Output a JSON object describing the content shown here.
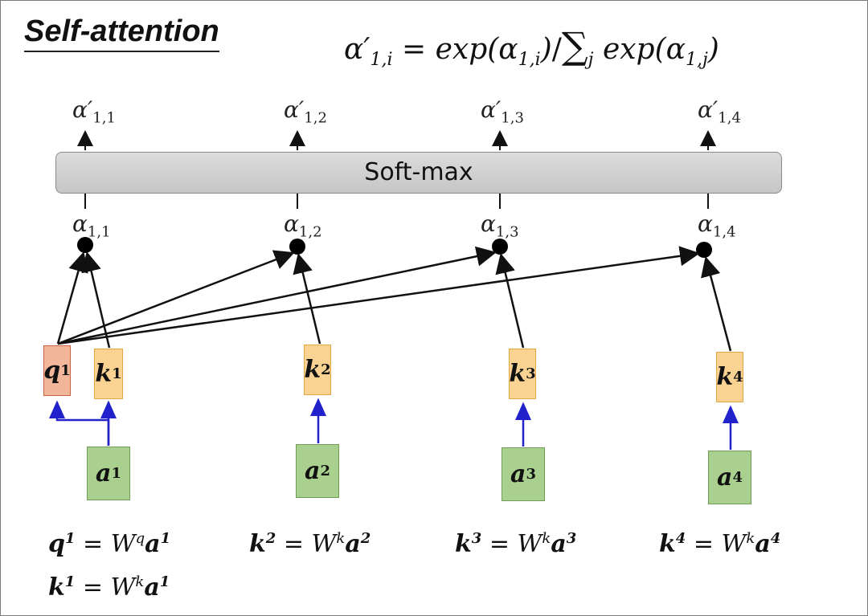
{
  "title": "Self-attention",
  "formula": {
    "lhs_symbol": "α′",
    "lhs_sub": "1,i",
    "eq": "=",
    "exp1": "exp(",
    "alpha1": "α",
    "alpha1_sub": "1,i",
    "close1": ")",
    "slash": "/",
    "sigma": "∑",
    "sigma_sub": "j",
    "exp2": "exp(",
    "alpha2": "α",
    "alpha2_sub": "1,j",
    "close2": ")"
  },
  "softmax_label": "Soft-max",
  "outputs": [
    {
      "symbol": "α′",
      "sub": "1,1"
    },
    {
      "symbol": "α′",
      "sub": "1,2"
    },
    {
      "symbol": "α′",
      "sub": "1,3"
    },
    {
      "symbol": "α′",
      "sub": "1,4"
    }
  ],
  "scores": [
    {
      "symbol": "α",
      "sub": "1,1"
    },
    {
      "symbol": "α",
      "sub": "1,2"
    },
    {
      "symbol": "α",
      "sub": "1,3"
    },
    {
      "symbol": "α",
      "sub": "1,4"
    }
  ],
  "query": {
    "letter": "q",
    "sup": "1"
  },
  "keys": [
    {
      "letter": "k",
      "sup": "1"
    },
    {
      "letter": "k",
      "sup": "2"
    },
    {
      "letter": "k",
      "sup": "3"
    },
    {
      "letter": "k",
      "sup": "4"
    }
  ],
  "inputs": [
    {
      "letter": "a",
      "sup": "1"
    },
    {
      "letter": "a",
      "sup": "2"
    },
    {
      "letter": "a",
      "sup": "3"
    },
    {
      "letter": "a",
      "sup": "4"
    }
  ],
  "equations": [
    {
      "lhs": "q",
      "lhs_sup": "1",
      "eq": " = ",
      "w": "W",
      "w_sup": "q",
      "rhs": "a",
      "rhs_sup": "1"
    },
    {
      "lhs": "k",
      "lhs_sup": "2",
      "eq": " = ",
      "w": "W",
      "w_sup": "k",
      "rhs": "a",
      "rhs_sup": "2"
    },
    {
      "lhs": "k",
      "lhs_sup": "3",
      "eq": " = ",
      "w": "W",
      "w_sup": "k",
      "rhs": "a",
      "rhs_sup": "3"
    },
    {
      "lhs": "k",
      "lhs_sup": "4",
      "eq": " = ",
      "w": "W",
      "w_sup": "k",
      "rhs": "a",
      "rhs_sup": "4"
    },
    {
      "lhs": "k",
      "lhs_sup": "1",
      "eq": " = ",
      "w": "W",
      "w_sup": "k",
      "rhs": "a",
      "rhs_sup": "1"
    }
  ],
  "colors": {
    "query_fill": "#f2b79a",
    "key_fill": "#fad393",
    "input_fill": "#a9d08e",
    "projection_arrow": "#2222cc",
    "attention_arrow": "#111111"
  }
}
